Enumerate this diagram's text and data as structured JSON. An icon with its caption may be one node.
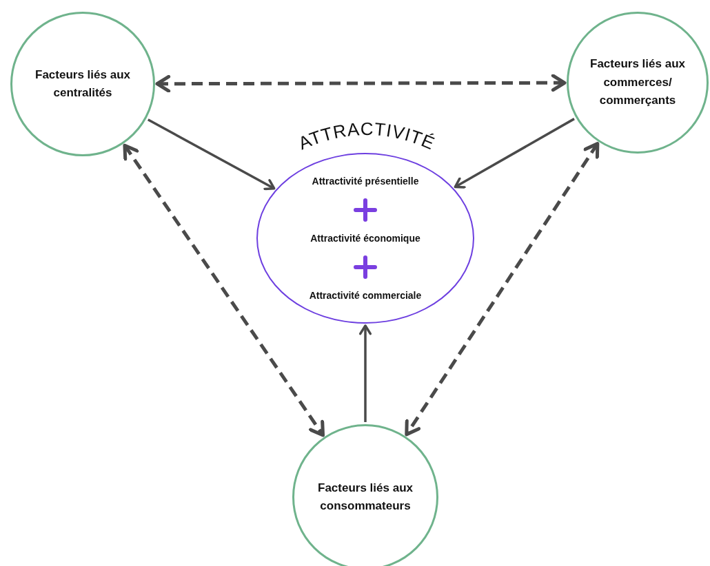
{
  "diagram": {
    "nodes": [
      {
        "text": [
          "Facteurs liés aux centralités"
        ]
      },
      {
        "text": [
          "Facteurs liés aux commerces/ commerçants"
        ]
      },
      {
        "text": [
          "ATTRACTIVITÉ",
          "Attractivité présentielle",
          "Attractivité économique",
          "Attractivité commerciale"
        ]
      },
      {
        "text": [
          "Facteurs liés aux consommateurs"
        ]
      }
    ],
    "edges": [
      {
        "from": 0,
        "to": 1,
        "arrow": "both",
        "style": "dashed"
      },
      {
        "from": 0,
        "to": 2,
        "arrow": "to"
      },
      {
        "from": 1,
        "to": 2,
        "arrow": "to"
      },
      {
        "from": 3,
        "to": 2,
        "arrow": "to"
      },
      {
        "from": 0,
        "to": 3,
        "arrow": "both",
        "style": "dashed"
      },
      {
        "from": 1,
        "to": 3,
        "arrow": "both",
        "style": "dashed"
      }
    ]
  }
}
